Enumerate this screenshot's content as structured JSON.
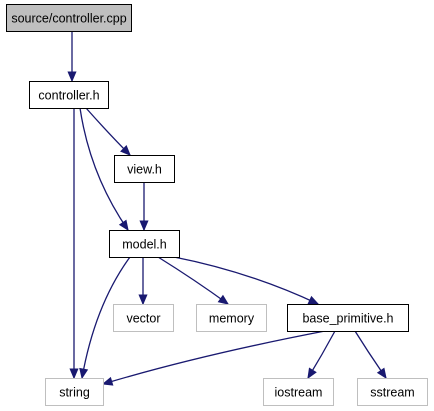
{
  "diagram": {
    "kind": "include-dependency-graph",
    "colors": {
      "edge": "#191970",
      "root_fill": "#bfbfbf",
      "node_border": "#000000",
      "external_border": "#bfbfbf",
      "node_fill": "#ffffff",
      "text": "#000000"
    },
    "nodes": [
      {
        "id": "controller_cpp",
        "label": "source/controller.cpp",
        "style": "root"
      },
      {
        "id": "controller_h",
        "label": "controller.h",
        "style": "normal"
      },
      {
        "id": "view_h",
        "label": "view.h",
        "style": "normal"
      },
      {
        "id": "model_h",
        "label": "model.h",
        "style": "normal"
      },
      {
        "id": "vector",
        "label": "vector",
        "style": "external"
      },
      {
        "id": "memory",
        "label": "memory",
        "style": "external"
      },
      {
        "id": "base_primitive_h",
        "label": "base_primitive.h",
        "style": "normal"
      },
      {
        "id": "string",
        "label": "string",
        "style": "external"
      },
      {
        "id": "iostream",
        "label": "iostream",
        "style": "external"
      },
      {
        "id": "sstream",
        "label": "sstream",
        "style": "external"
      }
    ],
    "edges": [
      {
        "from": "controller_cpp",
        "to": "controller_h"
      },
      {
        "from": "controller_h",
        "to": "view_h"
      },
      {
        "from": "controller_h",
        "to": "model_h"
      },
      {
        "from": "controller_h",
        "to": "string"
      },
      {
        "from": "view_h",
        "to": "model_h"
      },
      {
        "from": "model_h",
        "to": "vector"
      },
      {
        "from": "model_h",
        "to": "memory"
      },
      {
        "from": "model_h",
        "to": "base_primitive_h"
      },
      {
        "from": "model_h",
        "to": "string"
      },
      {
        "from": "base_primitive_h",
        "to": "string"
      },
      {
        "from": "base_primitive_h",
        "to": "iostream"
      },
      {
        "from": "base_primitive_h",
        "to": "sstream"
      }
    ]
  }
}
